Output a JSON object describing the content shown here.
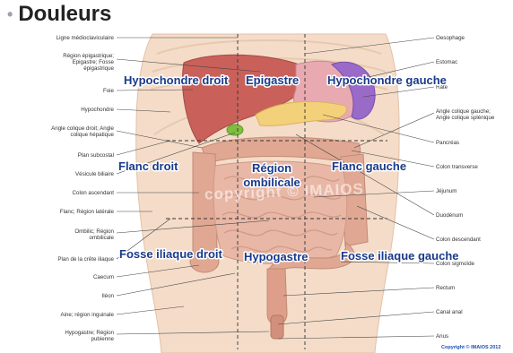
{
  "title": "Douleurs",
  "left_labels": [
    "Ligne médioclaviculaire",
    "Région épigastrique; Epigastre; Fosse épigastrique",
    "Foie",
    "Hypochondre",
    "Angle colique droit; Angle colique hépatique",
    "Plan subcostal",
    "Vésicule biliaire",
    "Colon ascendant",
    "Flanc; Région latérale",
    "Ombilic; Région ombilicale",
    "Plan de la crête iliaque",
    "Caecum",
    "Iléon",
    "Aine; région inguinale",
    "Hypogastre; Région pubienne"
  ],
  "right_labels": [
    "Oesophage",
    "Estomac",
    "Rate",
    "Angle colique gauche; Angle colique splénique",
    "Pancréas",
    "Colon transverse",
    "Jéjunum",
    "Duodénum",
    "Colon descendant",
    "Colon sigmoïde",
    "Rectum",
    "Canal anal",
    "Anus"
  ],
  "regions": [
    "Hypochondre droit",
    "Epigastre",
    "Hypochondre gauche",
    "Flanc droit",
    "Région ombilicale",
    "Flanc gauche",
    "Fosse iliaque droit",
    "Hypogastre",
    "Fosse iliaque gauche"
  ],
  "watermark": "copyright © IMAIOS",
  "copyright": "Copyright © IMAIOS 2012",
  "colors": {
    "skin": "#f4dcc8",
    "liver": "#c9615a",
    "spleen": "#9a6ac8",
    "intestine": "#e8b7a6",
    "colon": "#e0a893",
    "pancreas": "#f3d07a",
    "gallbladder": "#7fbf3f",
    "region_text": "#1a3a8a"
  }
}
